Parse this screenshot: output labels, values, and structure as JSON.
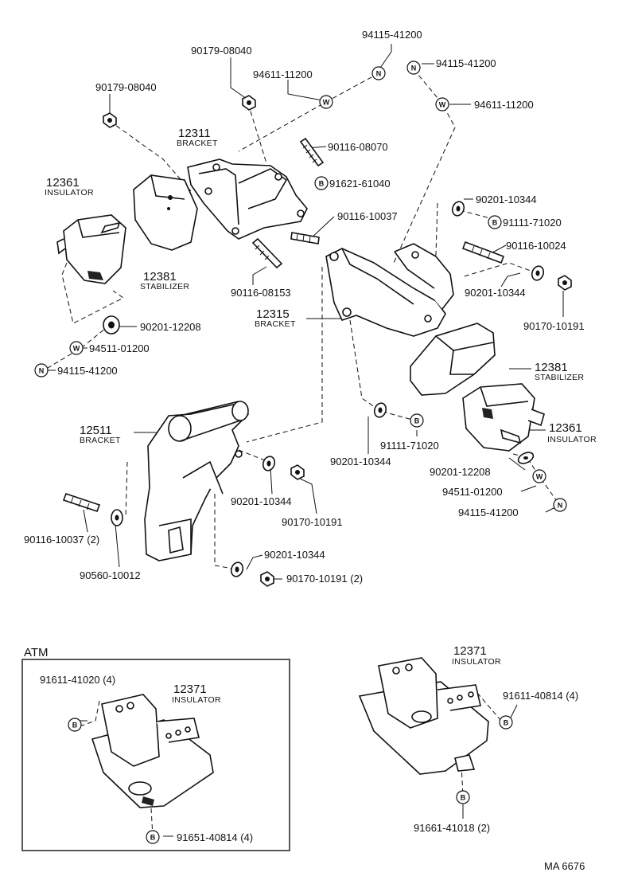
{
  "labels": {
    "p94115_top": "94115-41200",
    "p90179_a": "90179-08040",
    "p94611_a": "94611-11200",
    "p94115_r": "94115-41200",
    "p94611_r": "94611-11200",
    "p90179_b": "90179-08040",
    "p12311_num": "12311",
    "p12311_name": "BRACKET",
    "p90116_08070": "90116-08070",
    "p91621": "91621-61040",
    "p12361_l_num": "12361",
    "p12361_l_name": "INSULATOR",
    "p90201_10344_a": "90201-10344",
    "p90116_10037_a": "90116-10037",
    "p91111_a": "91111-71020",
    "p90116_10024": "90116-10024",
    "p12381_l_num": "12381",
    "p12381_l_name": "STABILIZER",
    "p90116_08153": "90116-08153",
    "p90201_10344_b": "90201-10344",
    "p90170_10191_a": "90170-10191",
    "p12315_num": "12315",
    "p12315_name": "BRACKET",
    "p90201_12208_l": "90201-12208",
    "p94511_l": "94511-01200",
    "p94115_l": "94115-41200",
    "p12381_r_num": "12381",
    "p12381_r_name": "STABILIZER",
    "p12511_num": "12511",
    "p12511_name": "BRACKET",
    "p91111_b": "91111-71020",
    "p12361_r_num": "12361",
    "p12361_r_name": "INSULATOR",
    "p90201_10344_c": "90201-10344",
    "p90201_12208_r": "90201-12208",
    "p94511_r": "94511-01200",
    "p94115_b": "94115-41200",
    "p90201_10344_d": "90201-10344",
    "p90170_10191_b": "90170-10191",
    "p90116_10037_b": "90116-10037 (2)",
    "p90560": "90560-10012",
    "p90201_10344_e": "90201-10344",
    "p90170_10191_c": "90170-10191 (2)",
    "atm": "ATM",
    "p91611_41020": "91611-41020 (4)",
    "p12371_a_num": "12371",
    "p12371_a_name": "INSULATOR",
    "p91651": "91651-40814 (4)",
    "p12371_b_num": "12371",
    "p12371_b_name": "INSULATOR",
    "p91611_40814": "91611-40814 (4)",
    "p91661": "91661-41018 (2)",
    "code": "MA  6676"
  },
  "symbols": {
    "nut": "N",
    "washer": "W",
    "bolt": "B"
  }
}
